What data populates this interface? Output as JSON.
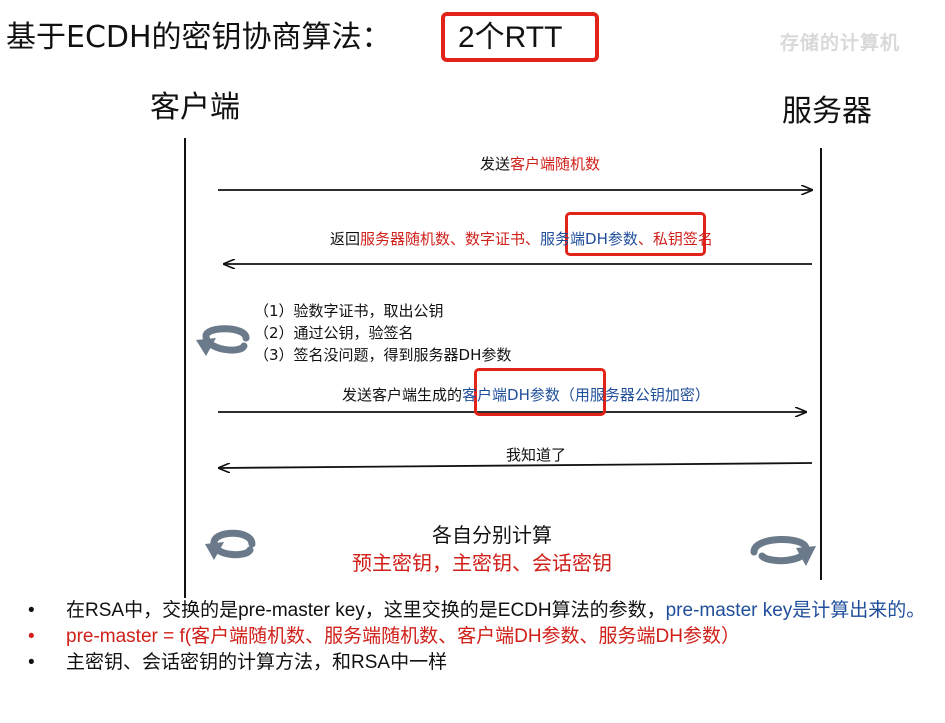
{
  "title": {
    "text": "基于ECDH的密钥协商算法：",
    "highlight": "2个RTT"
  },
  "watermark": "存储的计算机",
  "actors": {
    "client": "客户端",
    "server": "服务器"
  },
  "messages": {
    "m1": {
      "prefix": "发送",
      "part1": "客户端随机数"
    },
    "m2": {
      "prefix": "返回",
      "part1": "服务器随机数、数字证书、",
      "part2": "服务端DH参数",
      "part3": "、私钥签名"
    },
    "m3": {
      "prefix": "发送客户端生成的",
      "part1": "客户端DH参数",
      "part2": "（用服务器公钥加密）"
    },
    "m4": {
      "text": "我知道了"
    }
  },
  "client_steps": [
    "（1）验数字证书，取出公钥",
    "（2）通过公钥，验签名",
    "（3）签名没问题，得到服务器DH参数"
  ],
  "calc": {
    "title": "各自分别计算",
    "subtitle": "预主密钥，主密钥、会话密钥"
  },
  "bullets": [
    {
      "dot": "•",
      "text1": "在RSA中，交换的是pre-master key，这里交换的是ECDH算法的参数，",
      "text2": "pre-master key是计算出来的。"
    },
    {
      "dot": "•",
      "text1": "pre-master = f(客户端随机数、服务端随机数、客户端DH参数、服务端DH参数）"
    },
    {
      "dot": "•",
      "text1": "主密钥、会话密钥的计算方法，和RSA中一样"
    }
  ],
  "colors": {
    "highlight_box": "#e2231a",
    "red_text": "#d0201a",
    "blue_text": "#1f4e9a",
    "arrow": "#111111",
    "loop_icon": "#6b7a8a"
  }
}
